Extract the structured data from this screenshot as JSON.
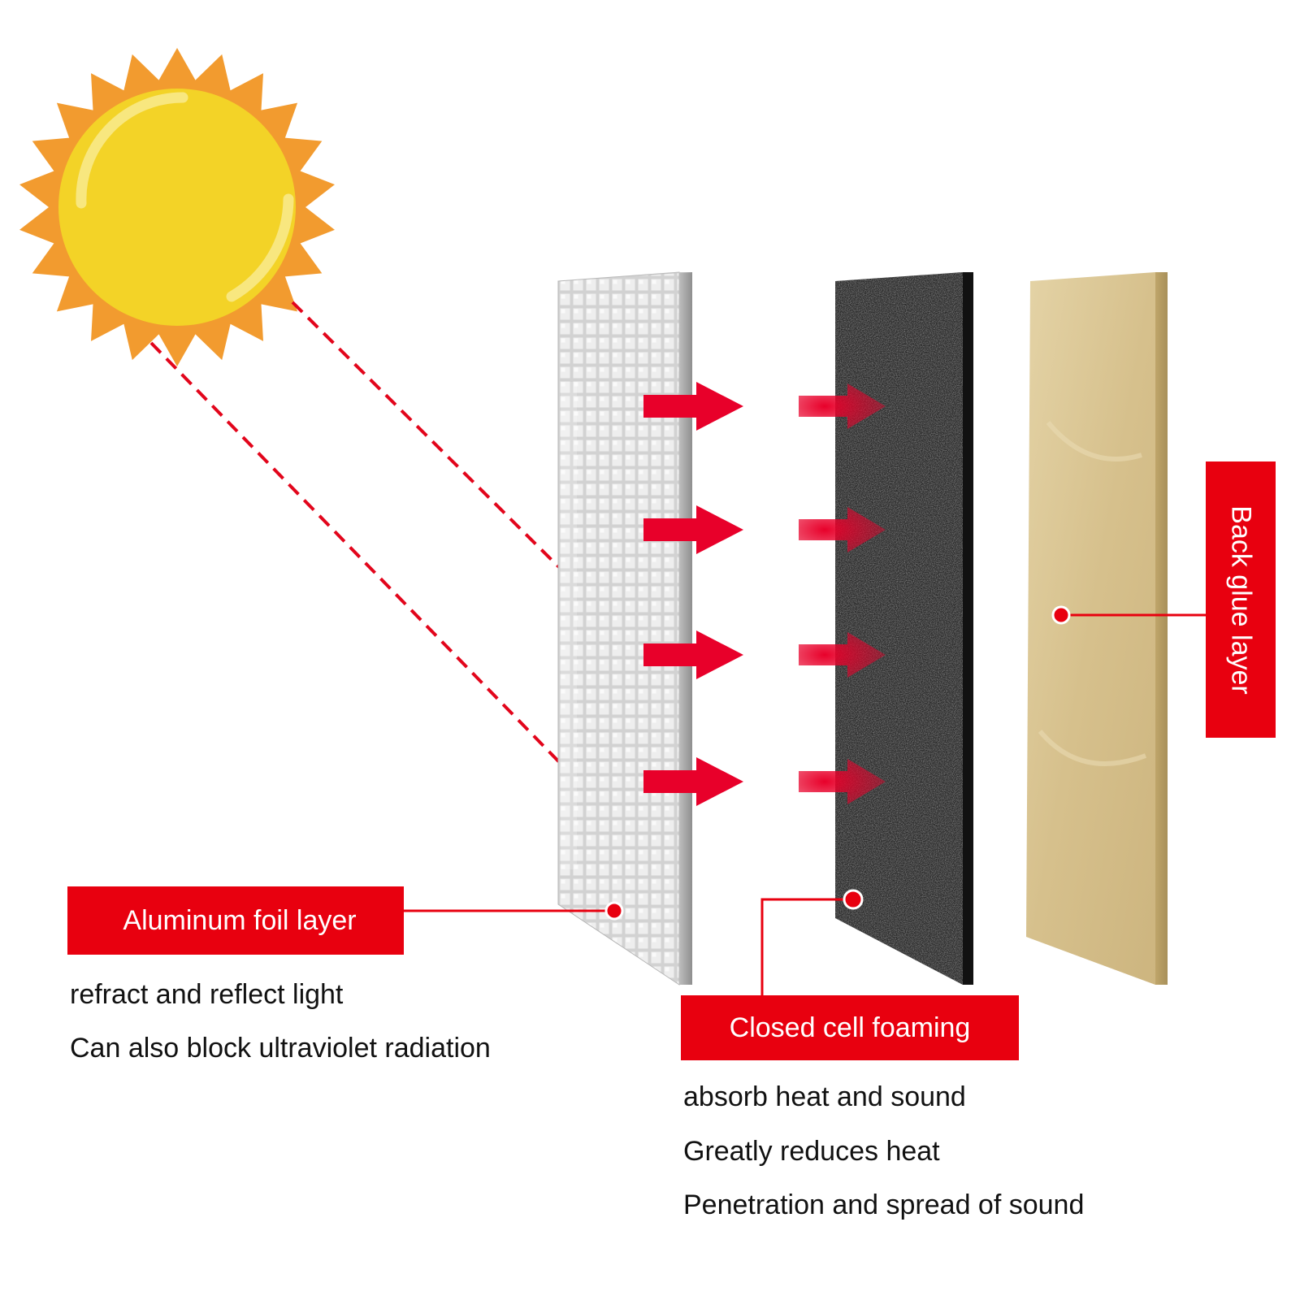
{
  "layers": {
    "aluminum": {
      "label": "Aluminum foil layer",
      "descriptions": [
        "refract and reflect light",
        "Can also block ultraviolet radiation"
      ]
    },
    "foam": {
      "label": "Closed cell foaming",
      "descriptions": [
        "absorb heat and sound",
        "Greatly reduces heat",
        "Penetration and spread of sound"
      ]
    },
    "glue": {
      "label": "Back glue layer"
    }
  },
  "colors": {
    "accent_red": "#e8000f",
    "sun_rays": "#f29b2f",
    "sun_core": "#f3d327",
    "foil": "#d9d9d9",
    "foam": "#2b2b2b",
    "glue": "#d7c291"
  },
  "icons": {
    "sun": "sun-icon",
    "arrow": "heat-arrow-icon"
  }
}
